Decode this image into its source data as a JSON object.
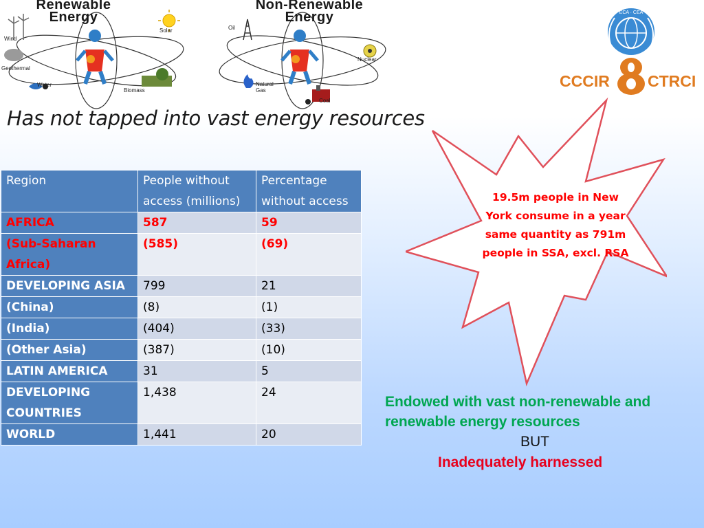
{
  "diagrams": {
    "renewable": {
      "title": "Renewable\nEnergy",
      "labels": {
        "wind": "Wind",
        "solar": "Solar",
        "geothermal": "Geothermal",
        "water": "Water",
        "biomass": "Biomass"
      }
    },
    "nonrenewable": {
      "title": "Non-Renewable\nEnergy",
      "labels": {
        "oil": "Oil",
        "nuclear": "Nuclear",
        "natural_gas": "Natural Gas",
        "coal": "Coal"
      }
    }
  },
  "logo": {
    "left": "CCCIR",
    "digit": "8",
    "right": "CTRCI",
    "seal_text": "ECA · CEA"
  },
  "headline": "Has not tapped into vast energy resources",
  "table": {
    "headers": [
      "Region",
      "People without access (millions)",
      "Percentage without access"
    ],
    "rows": [
      {
        "region": "AFRICA",
        "people": "587",
        "percentage": "59",
        "highlight": true
      },
      {
        "region": "(Sub-Saharan Africa)",
        "people": "(585)",
        "percentage": "(69)",
        "highlight": true
      },
      {
        "region": "DEVELOPING ASIA",
        "people": "799",
        "percentage": "21",
        "highlight": false
      },
      {
        "region": "(China)",
        "people": "(8)",
        "percentage": "(1)",
        "highlight": false
      },
      {
        "region": "(India)",
        "people": "(404)",
        "percentage": "(33)",
        "highlight": false
      },
      {
        "region": "(Other Asia)",
        "people": "(387)",
        "percentage": "(10)",
        "highlight": false
      },
      {
        "region": "LATIN AMERICA",
        "people": "31",
        "percentage": "5",
        "highlight": false
      },
      {
        "region": "DEVELOPING COUNTRIES",
        "people": "1,438",
        "percentage": "24",
        "highlight": false
      },
      {
        "region": "WORLD",
        "people": "1,441",
        "percentage": "20",
        "highlight": false
      }
    ]
  },
  "callout": "19.5m people in New York consume in a year same quantity as 791m people in SSA, excl. RSA",
  "summary": {
    "endowed": "Endowed with vast non-renewable and renewable energy resources",
    "but": "BUT",
    "inadequate": "Inadequately harnessed"
  },
  "colors": {
    "table_header": "#4f81bd",
    "row_odd": "#d0d8e8",
    "row_even": "#e9edf4",
    "highlight_red": "#ff0000",
    "endowed_green": "#00a651",
    "inadequate_red": "#e8001c",
    "logo_orange": "#e07b20",
    "logo_blue": "#3a8bd4"
  }
}
